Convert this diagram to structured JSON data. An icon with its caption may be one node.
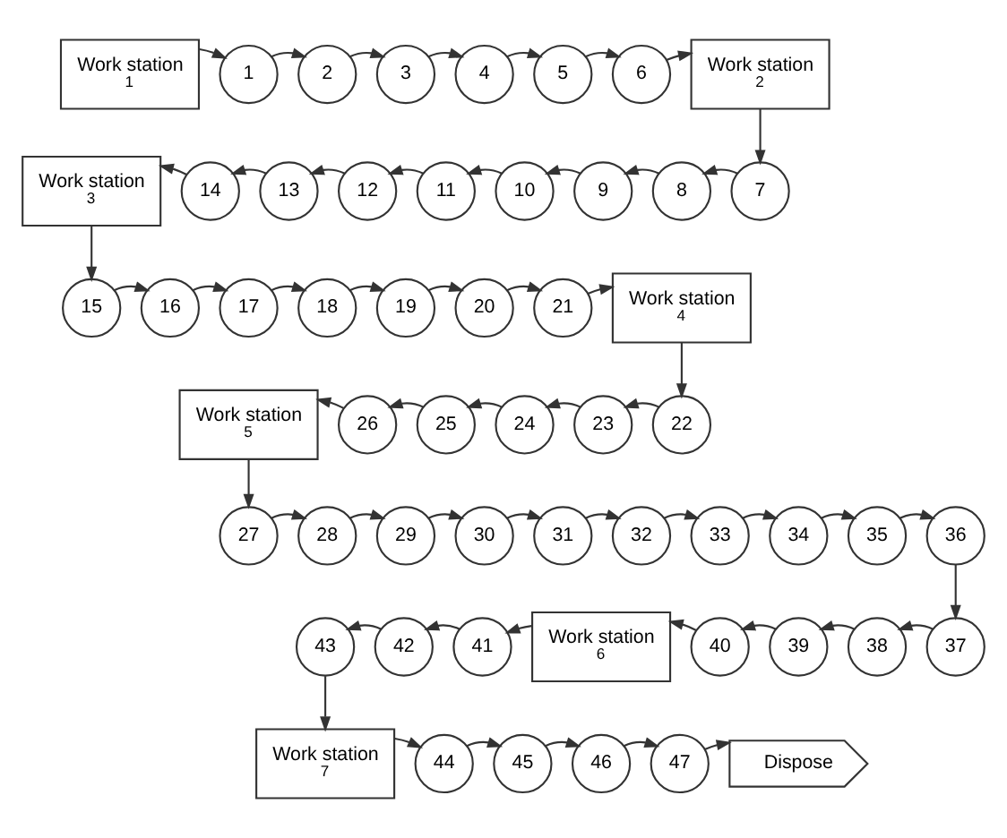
{
  "diagram": {
    "nodes": [
      {
        "text": [
          "Work station",
          "1"
        ]
      },
      {
        "text": [
          "1"
        ]
      },
      {
        "text": [
          "2"
        ]
      },
      {
        "text": [
          "3"
        ]
      },
      {
        "text": [
          "4"
        ]
      },
      {
        "text": [
          "5"
        ]
      },
      {
        "text": [
          "6"
        ]
      },
      {
        "text": [
          "Work station",
          "2"
        ]
      },
      {
        "text": [
          "7"
        ]
      },
      {
        "text": [
          "8"
        ]
      },
      {
        "text": [
          "9"
        ]
      },
      {
        "text": [
          "10"
        ]
      },
      {
        "text": [
          "11"
        ]
      },
      {
        "text": [
          "12"
        ]
      },
      {
        "text": [
          "13"
        ]
      },
      {
        "text": [
          "14"
        ]
      },
      {
        "text": [
          "Work station",
          "3"
        ]
      },
      {
        "text": [
          "15"
        ]
      },
      {
        "text": [
          "16"
        ]
      },
      {
        "text": [
          "17"
        ]
      },
      {
        "text": [
          "18"
        ]
      },
      {
        "text": [
          "19"
        ]
      },
      {
        "text": [
          "20"
        ]
      },
      {
        "text": [
          "21"
        ]
      },
      {
        "text": [
          "Work station",
          "4"
        ]
      },
      {
        "text": [
          "22"
        ]
      },
      {
        "text": [
          "23"
        ]
      },
      {
        "text": [
          "24"
        ]
      },
      {
        "text": [
          "25"
        ]
      },
      {
        "text": [
          "26"
        ]
      },
      {
        "text": [
          "Work station",
          "5"
        ]
      },
      {
        "text": [
          "27"
        ]
      },
      {
        "text": [
          "28"
        ]
      },
      {
        "text": [
          "29"
        ]
      },
      {
        "text": [
          "30"
        ]
      },
      {
        "text": [
          "31"
        ]
      },
      {
        "text": [
          "32"
        ]
      },
      {
        "text": [
          "33"
        ]
      },
      {
        "text": [
          "34"
        ]
      },
      {
        "text": [
          "35"
        ]
      },
      {
        "text": [
          "36"
        ]
      },
      {
        "text": [
          "37"
        ]
      },
      {
        "text": [
          "38"
        ]
      },
      {
        "text": [
          "39"
        ]
      },
      {
        "text": [
          "40"
        ]
      },
      {
        "text": [
          "Work station",
          "6"
        ]
      },
      {
        "text": [
          "41"
        ]
      },
      {
        "text": [
          "42"
        ]
      },
      {
        "text": [
          "43"
        ]
      },
      {
        "text": [
          "Work station",
          "7"
        ]
      },
      {
        "text": [
          "44"
        ]
      },
      {
        "text": [
          "45"
        ]
      },
      {
        "text": [
          "46"
        ]
      },
      {
        "text": [
          "47"
        ]
      },
      {
        "text": [
          "Dispose"
        ]
      }
    ],
    "edges": [
      {
        "from": 0,
        "to": 1,
        "arrow": "to"
      },
      {
        "from": 1,
        "to": 2,
        "arrow": "to"
      },
      {
        "from": 2,
        "to": 3,
        "arrow": "to"
      },
      {
        "from": 3,
        "to": 4,
        "arrow": "to"
      },
      {
        "from": 4,
        "to": 5,
        "arrow": "to"
      },
      {
        "from": 5,
        "to": 6,
        "arrow": "to"
      },
      {
        "from": 6,
        "to": 7,
        "arrow": "to"
      },
      {
        "from": 7,
        "to": 8,
        "arrow": "to"
      },
      {
        "from": 8,
        "to": 9,
        "arrow": "to"
      },
      {
        "from": 9,
        "to": 10,
        "arrow": "to"
      },
      {
        "from": 10,
        "to": 11,
        "arrow": "to"
      },
      {
        "from": 11,
        "to": 12,
        "arrow": "to"
      },
      {
        "from": 12,
        "to": 13,
        "arrow": "to"
      },
      {
        "from": 13,
        "to": 14,
        "arrow": "to"
      },
      {
        "from": 14,
        "to": 15,
        "arrow": "to"
      },
      {
        "from": 15,
        "to": 16,
        "arrow": "to"
      },
      {
        "from": 16,
        "to": 17,
        "arrow": "to"
      },
      {
        "from": 17,
        "to": 18,
        "arrow": "to"
      },
      {
        "from": 18,
        "to": 19,
        "arrow": "to"
      },
      {
        "from": 19,
        "to": 20,
        "arrow": "to"
      },
      {
        "from": 20,
        "to": 21,
        "arrow": "to"
      },
      {
        "from": 21,
        "to": 22,
        "arrow": "to"
      },
      {
        "from": 22,
        "to": 23,
        "arrow": "to"
      },
      {
        "from": 23,
        "to": 24,
        "arrow": "to"
      },
      {
        "from": 24,
        "to": 25,
        "arrow": "to"
      },
      {
        "from": 25,
        "to": 26,
        "arrow": "to"
      },
      {
        "from": 26,
        "to": 27,
        "arrow": "to"
      },
      {
        "from": 27,
        "to": 28,
        "arrow": "to"
      },
      {
        "from": 28,
        "to": 29,
        "arrow": "to"
      },
      {
        "from": 29,
        "to": 30,
        "arrow": "to"
      },
      {
        "from": 30,
        "to": 31,
        "arrow": "to"
      },
      {
        "from": 31,
        "to": 32,
        "arrow": "to"
      },
      {
        "from": 32,
        "to": 33,
        "arrow": "to"
      },
      {
        "from": 33,
        "to": 34,
        "arrow": "to"
      },
      {
        "from": 34,
        "to": 35,
        "arrow": "to"
      },
      {
        "from": 35,
        "to": 36,
        "arrow": "to"
      },
      {
        "from": 36,
        "to": 37,
        "arrow": "to"
      },
      {
        "from": 37,
        "to": 38,
        "arrow": "to"
      },
      {
        "from": 38,
        "to": 39,
        "arrow": "to"
      },
      {
        "from": 39,
        "to": 40,
        "arrow": "to"
      },
      {
        "from": 40,
        "to": 41,
        "arrow": "to"
      },
      {
        "from": 41,
        "to": 42,
        "arrow": "to"
      },
      {
        "from": 42,
        "to": 43,
        "arrow": "to"
      },
      {
        "from": 43,
        "to": 44,
        "arrow": "to"
      },
      {
        "from": 44,
        "to": 45,
        "arrow": "to"
      },
      {
        "from": 45,
        "to": 46,
        "arrow": "to"
      },
      {
        "from": 46,
        "to": 47,
        "arrow": "to"
      },
      {
        "from": 47,
        "to": 48,
        "arrow": "to"
      },
      {
        "from": 48,
        "to": 49,
        "arrow": "to"
      },
      {
        "from": 49,
        "to": 50,
        "arrow": "to"
      },
      {
        "from": 50,
        "to": 51,
        "arrow": "to"
      },
      {
        "from": 51,
        "to": 52,
        "arrow": "to"
      },
      {
        "from": 52,
        "to": 53,
        "arrow": "to"
      },
      {
        "from": 53,
        "to": 54,
        "arrow": "to"
      }
    ]
  }
}
